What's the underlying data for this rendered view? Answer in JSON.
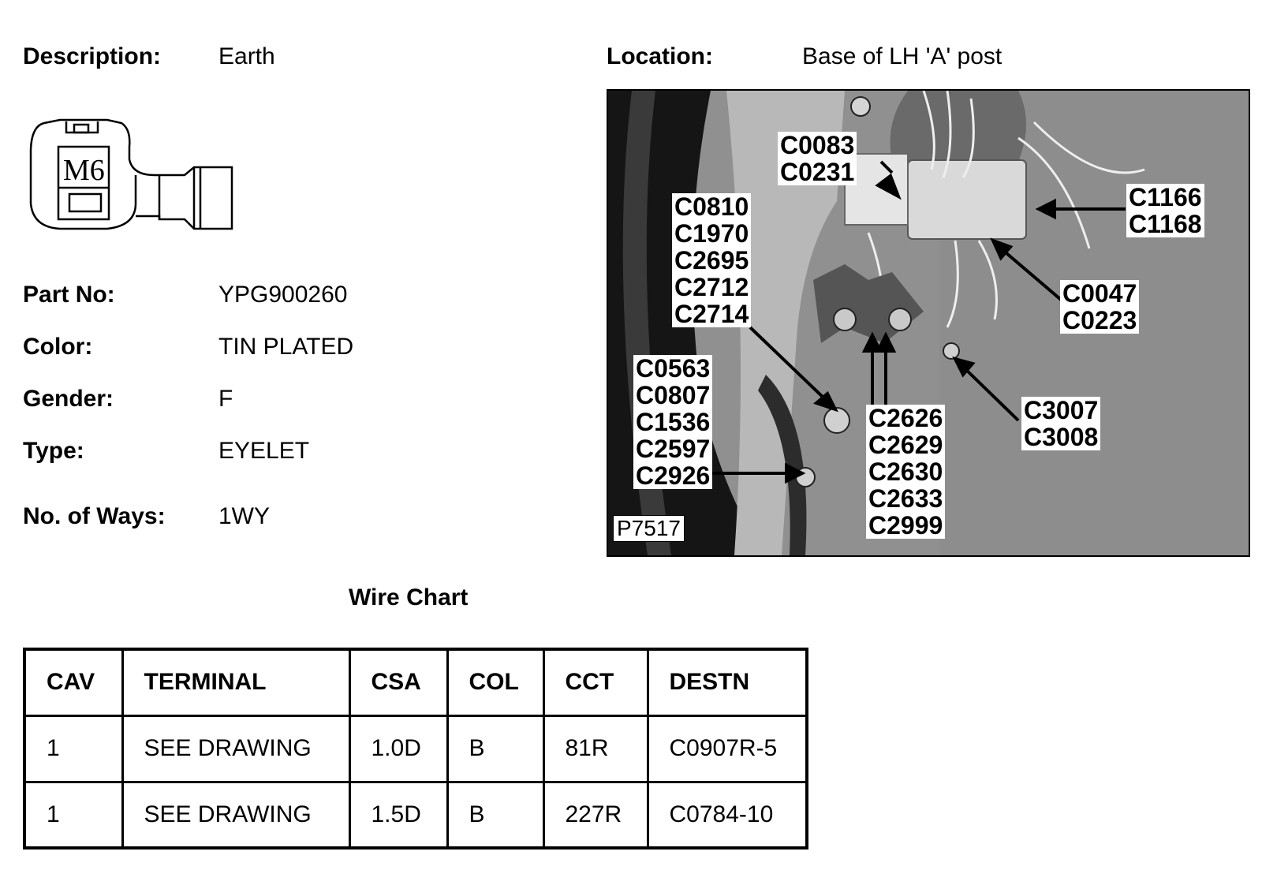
{
  "header": {
    "description_label": "Description:",
    "description_value": "Earth",
    "location_label": "Location:",
    "location_value": "Base of LH 'A' post"
  },
  "drawing": {
    "marking": "M6"
  },
  "fields": [
    {
      "label": "Part No:",
      "value": "YPG900260"
    },
    {
      "label": "Color:",
      "value": "TIN PLATED"
    },
    {
      "label": "Gender:",
      "value": "F"
    },
    {
      "label": "Type:",
      "value": "EYELET"
    },
    {
      "label": "No. of Ways:",
      "value": "1WY"
    }
  ],
  "photo": {
    "id": "P7517",
    "callouts": [
      "C0083\nC0231",
      "C1166\nC1168",
      "C0810\nC1970\nC2695\nC2712\nC2714",
      "C0047\nC0223",
      "C0563\nC0807\nC1536\nC2597\nC2926",
      "C2626\nC2629\nC2630\nC2633\nC2999",
      "C3007\nC3008"
    ]
  },
  "wire_chart": {
    "title": "Wire Chart",
    "headers": [
      "CAV",
      "TERMINAL",
      "CSA",
      "COL",
      "CCT",
      "DESTN"
    ],
    "rows": [
      [
        "1",
        "SEE DRAWING",
        "1.0D",
        "B",
        "81R",
        "C0907R-5"
      ],
      [
        "1",
        "SEE DRAWING",
        "1.5D",
        "B",
        "227R",
        "C0784-10"
      ]
    ]
  }
}
